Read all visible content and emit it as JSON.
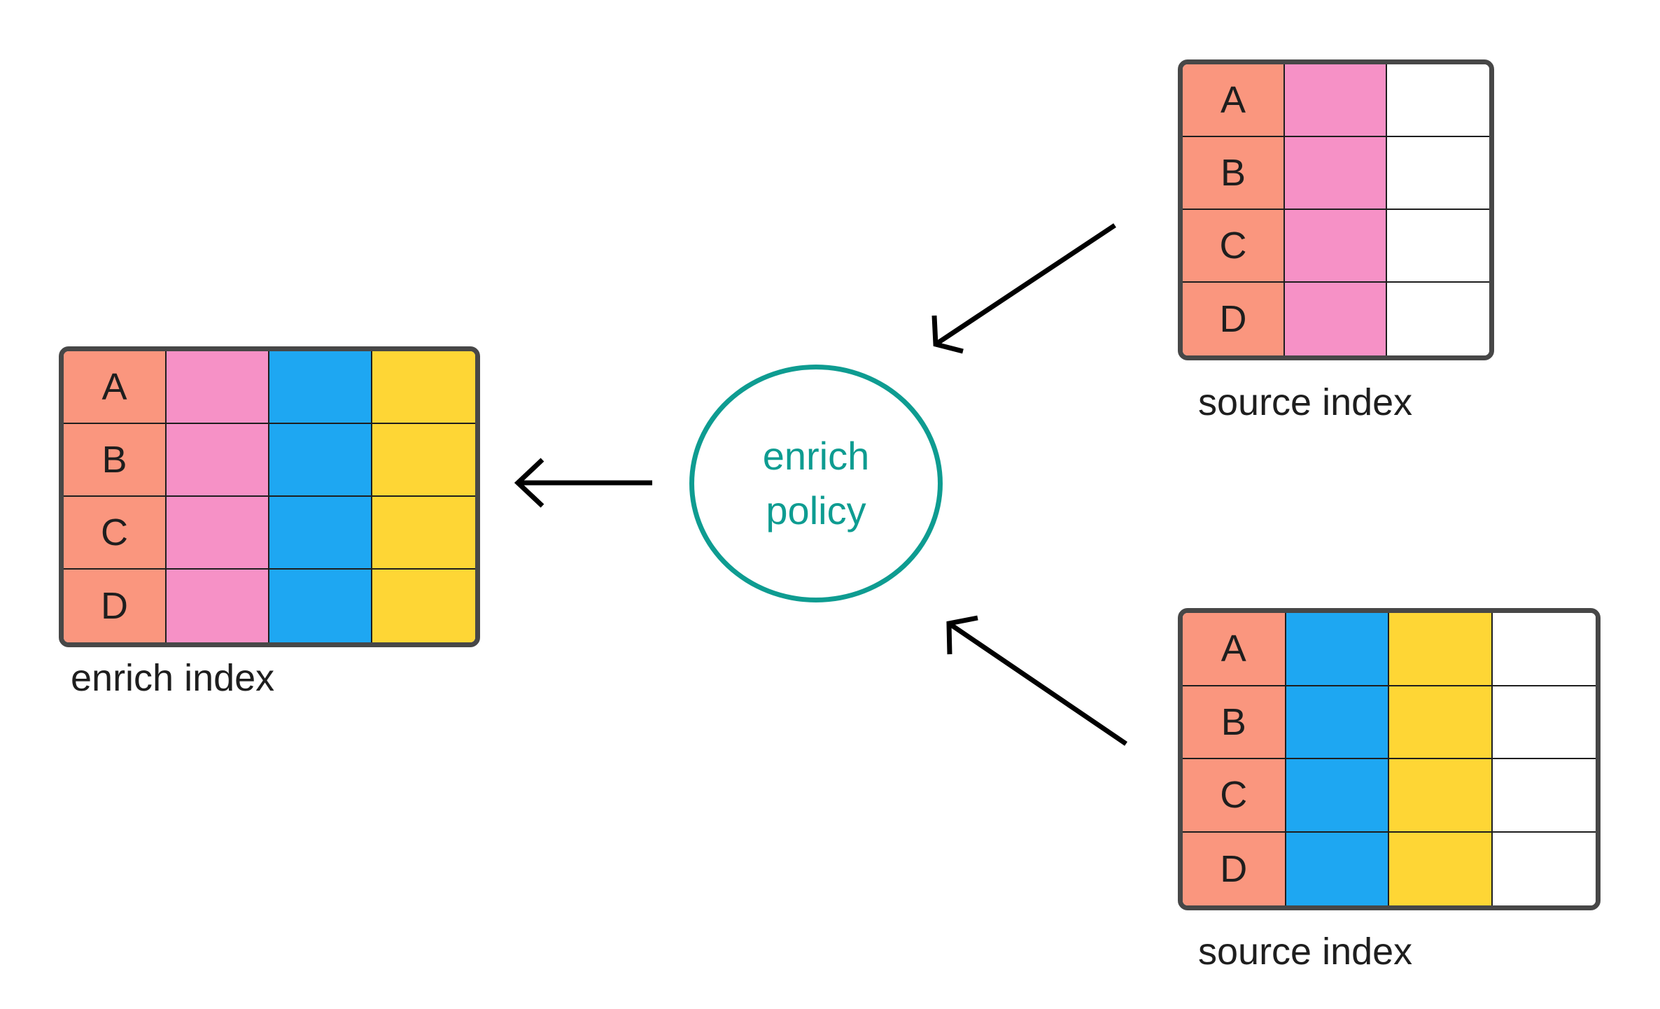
{
  "colors": {
    "key": "#fa967e",
    "pink": "#f691c6",
    "blue": "#1ea7f2",
    "yellow": "#fed635",
    "empty": "#ffffff",
    "border": "#474747",
    "policy": "#0e9c91"
  },
  "enrich_index": {
    "label": "enrich index",
    "rows": [
      "A",
      "B",
      "C",
      "D"
    ],
    "columns": [
      "key",
      "pink",
      "blue",
      "yellow"
    ]
  },
  "source_index_top": {
    "label": "source index",
    "rows": [
      "A",
      "B",
      "C",
      "D"
    ],
    "columns": [
      "key",
      "pink",
      "empty"
    ]
  },
  "source_index_bottom": {
    "label": "source index",
    "rows": [
      "A",
      "B",
      "C",
      "D"
    ],
    "columns": [
      "key",
      "blue",
      "yellow",
      "empty"
    ]
  },
  "policy": {
    "line1": "enrich",
    "line2": "policy"
  }
}
